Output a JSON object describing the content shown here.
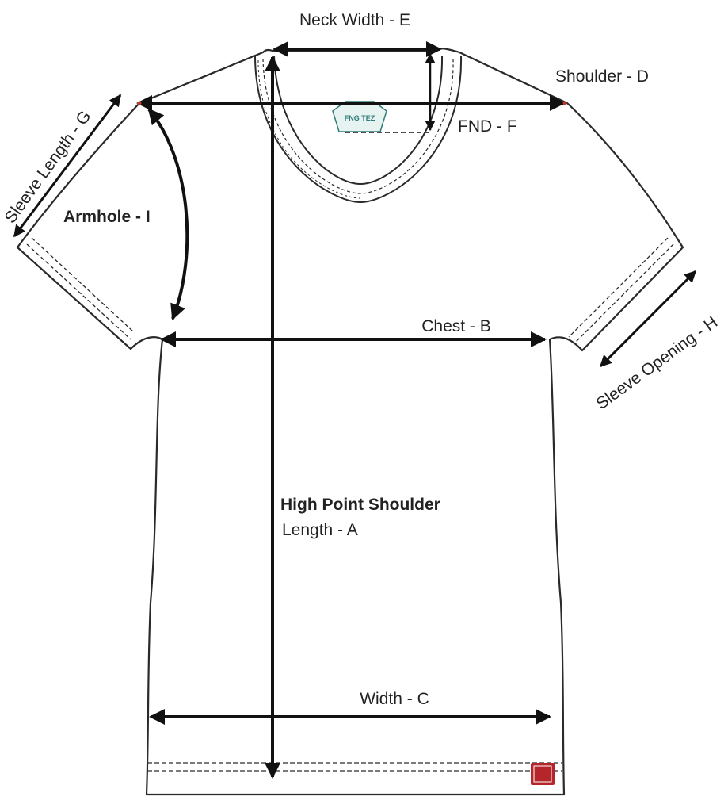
{
  "labels": {
    "neck_width": "Neck Width - E",
    "shoulder": "Shoulder - D",
    "fnd": "FND - F",
    "sleeve_length": "Sleeve Length - G",
    "armhole": "Armhole - I",
    "chest": "Chest - B",
    "sleeve_opening": "Sleeve Opening - H",
    "hps_line1": "High Point Shoulder",
    "hps_line2": "Length - A",
    "width": "Width - C"
  },
  "neck_tag": {
    "text": "FNG TEZ"
  },
  "colors": {
    "outline": "#2a2a2a",
    "arrow": "#111111",
    "text": "#222222",
    "shade": "#e4e4e4",
    "tag_fill": "#e6f3f1",
    "tag_stroke": "#2f7d78",
    "hem_label": "#b5262b"
  }
}
